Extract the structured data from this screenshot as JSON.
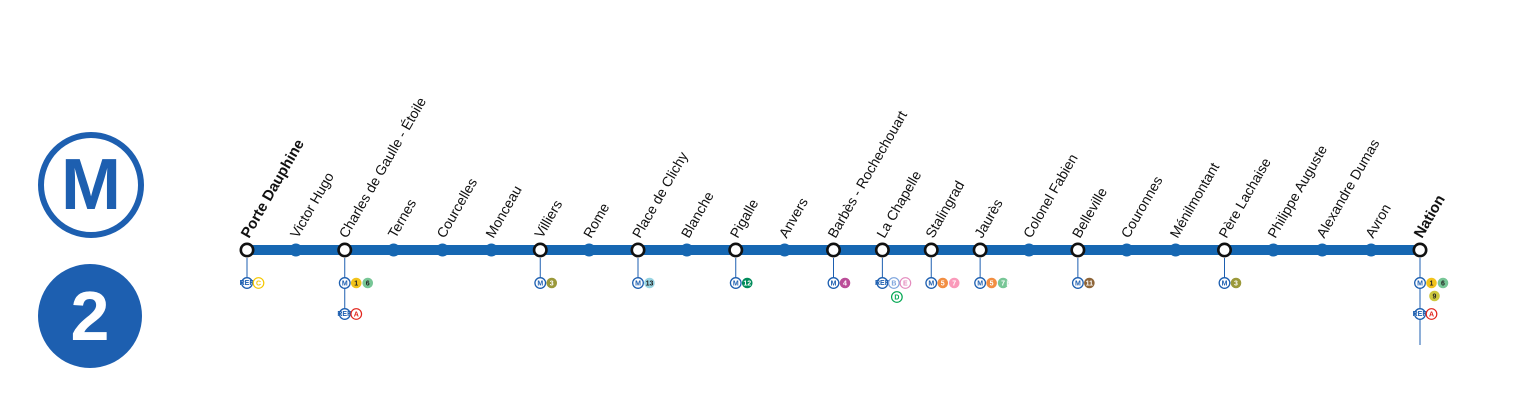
{
  "logos": {
    "mode_letter": "M",
    "line_number": "2",
    "color": "#1d5fb0"
  },
  "line_color": "#1667b2",
  "stations": [
    {
      "name": "Porte Dauphine",
      "terminus": true,
      "major": true,
      "connections": [
        [
          "RER",
          "C"
        ]
      ]
    },
    {
      "name": "Victor Hugo",
      "terminus": false,
      "major": false,
      "connections": []
    },
    {
      "name": "Charles de Gaulle - Étoile",
      "terminus": false,
      "major": true,
      "connections": [
        [
          "M",
          "1",
          "6"
        ],
        [
          "RER",
          "A"
        ]
      ]
    },
    {
      "name": "Ternes",
      "terminus": false,
      "major": false,
      "connections": []
    },
    {
      "name": "Courcelles",
      "terminus": false,
      "major": false,
      "connections": []
    },
    {
      "name": "Monceau",
      "terminus": false,
      "major": false,
      "connections": []
    },
    {
      "name": "Villiers",
      "terminus": false,
      "major": true,
      "connections": [
        [
          "M",
          "3"
        ]
      ]
    },
    {
      "name": "Rome",
      "terminus": false,
      "major": false,
      "connections": []
    },
    {
      "name": "Place de Clichy",
      "terminus": false,
      "major": true,
      "connections": [
        [
          "M",
          "13"
        ]
      ]
    },
    {
      "name": "Blanche",
      "terminus": false,
      "major": false,
      "connections": []
    },
    {
      "name": "Pigalle",
      "terminus": false,
      "major": true,
      "connections": [
        [
          "M",
          "12"
        ]
      ]
    },
    {
      "name": "Anvers",
      "terminus": false,
      "major": false,
      "connections": []
    },
    {
      "name": "Barbès - Rochechouart",
      "terminus": false,
      "major": true,
      "connections": [
        [
          "M",
          "4"
        ]
      ]
    },
    {
      "name": "La Chapelle",
      "terminus": false,
      "major": true,
      "connections": [
        [
          "RER",
          "B",
          "E"
        ],
        [
          "",
          "D"
        ]
      ]
    },
    {
      "name": "Stalingrad",
      "terminus": false,
      "major": true,
      "connections": [
        [
          "M",
          "5",
          "7"
        ]
      ]
    },
    {
      "name": "Jaurès",
      "terminus": false,
      "major": true,
      "connections": [
        [
          "M",
          "5",
          "7bis"
        ]
      ]
    },
    {
      "name": "Colonel Fabien",
      "terminus": false,
      "major": false,
      "connections": []
    },
    {
      "name": "Belleville",
      "terminus": false,
      "major": true,
      "connections": [
        [
          "M",
          "11"
        ]
      ]
    },
    {
      "name": "Couronnes",
      "terminus": false,
      "major": false,
      "connections": []
    },
    {
      "name": "Ménilmontant",
      "terminus": false,
      "major": false,
      "connections": []
    },
    {
      "name": "Père Lachaise",
      "terminus": false,
      "major": true,
      "connections": [
        [
          "M",
          "3"
        ]
      ]
    },
    {
      "name": "Philippe Auguste",
      "terminus": false,
      "major": false,
      "connections": []
    },
    {
      "name": "Alexandre Dumas",
      "terminus": false,
      "major": false,
      "connections": []
    },
    {
      "name": "Avron",
      "terminus": false,
      "major": false,
      "connections": []
    },
    {
      "name": "Nation",
      "terminus": true,
      "major": true,
      "connections": [
        [
          "M",
          "1",
          "6"
        ],
        [
          "",
          "9"
        ],
        [
          "RER",
          "A"
        ]
      ]
    }
  ],
  "badge_colors": {
    "M": "#1d5fb0",
    "RER": "#1d5fb0",
    "1": "#f2c31b",
    "3": "#9b993a",
    "4": "#bb4d98",
    "5": "#f28e42",
    "6": "#77c696",
    "7": "#fa9aba",
    "7bis": "#77c696",
    "9": "#cdc83f",
    "11": "#8e6538",
    "12": "#008b5a",
    "13": "#98d4e2",
    "A": "#e2231a",
    "B": "#7ba3dc",
    "C": "#f5c700",
    "D": "#00a650",
    "E": "#e48bbe"
  },
  "rer_outline_letters": [
    "A",
    "B",
    "C",
    "D",
    "E"
  ],
  "dark_text_badges": [
    "1",
    "6",
    "9",
    "13"
  ]
}
